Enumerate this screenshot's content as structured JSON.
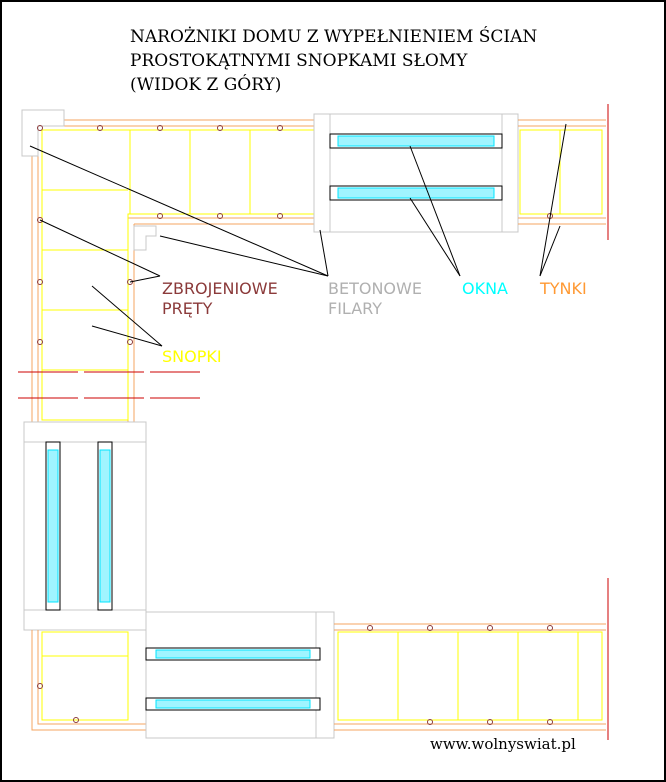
{
  "title": {
    "line1": "NAROŻNIKI DOMU Z WYPEŁNIENIEM ŚCIAN",
    "line2": "PROSTOKĄTNYMI SNOPKAMI SŁOMY",
    "line3": "(WIDOK Z GÓRY)"
  },
  "labels": {
    "rebar": {
      "line1": "ZBROJENIOWE",
      "line2": "PRĘTY",
      "color": "#8b3a3a"
    },
    "pillars": {
      "line1": "BETONOWE",
      "line2": "FILARY",
      "color": "#b0b0b0"
    },
    "windows": {
      "text": "OKNA",
      "color": "#00ffff"
    },
    "plaster": {
      "text": "TYNKI",
      "color": "#ff9933"
    },
    "bales": {
      "text": "SNOPKI",
      "color": "#ffff00"
    }
  },
  "website": "www.wolnyswiat.pl",
  "colors": {
    "background": "#ffffff",
    "frame": "#000000",
    "plaster": "#f4a460",
    "bale": "#ffff00",
    "pillar": "#c8c8c8",
    "window": "#00e5ff",
    "rebar": "#8b3a3a",
    "axis": "#cc0000"
  }
}
